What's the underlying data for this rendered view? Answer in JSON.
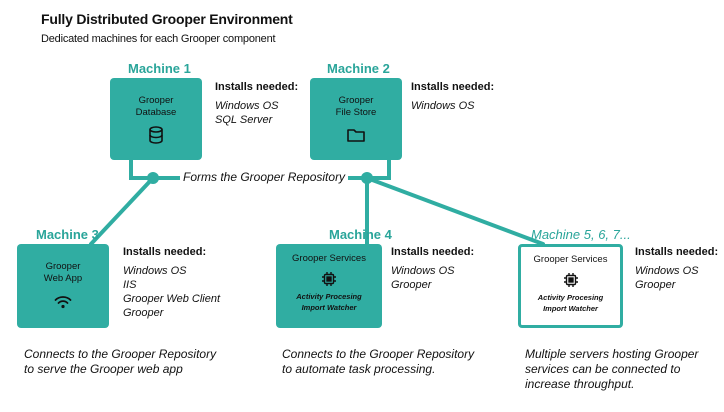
{
  "header": {
    "title": "Fully Distributed Grooper Environment",
    "subtitle": "Dedicated machines for each Grooper component"
  },
  "repository_label": "Forms the Grooper Repository",
  "colors": {
    "teal": "#30ada2",
    "teal_text": "#2aa59a"
  },
  "machines": [
    {
      "label": "Machine 1",
      "component": [
        "Grooper",
        "Database"
      ],
      "icon": "database-icon",
      "installs_heading": "Installs needed:",
      "installs": [
        "Windows OS",
        "SQL Server"
      ]
    },
    {
      "label": "Machine 2",
      "component": [
        "Grooper",
        "File Store"
      ],
      "icon": "folder-icon",
      "installs_heading": "Installs needed:",
      "installs": [
        "Windows OS"
      ]
    },
    {
      "label": "Machine 3",
      "component": [
        "Grooper",
        "Web App"
      ],
      "icon": "wifi-icon",
      "installs_heading": "Installs needed:",
      "installs": [
        "Windows OS",
        "IIS",
        "Grooper Web Client",
        "Grooper"
      ],
      "caption": [
        "Connects to the Grooper Repository",
        "to serve the Grooper web app"
      ]
    },
    {
      "label": "Machine 4",
      "component": [
        "Grooper Services"
      ],
      "icon": "chip-icon",
      "services": [
        "Activity Procesing",
        "Import Watcher"
      ],
      "installs_heading": "Installs needed:",
      "installs": [
        "Windows OS",
        "Grooper"
      ],
      "caption": [
        "Connects to the Grooper Repository",
        "to automate task processing."
      ]
    },
    {
      "label": "Machine 5, 6, 7...",
      "component": [
        "Grooper Services"
      ],
      "icon": "chip-icon",
      "services": [
        "Activity Procesing",
        "Import Watcher"
      ],
      "installs_heading": "Installs needed:",
      "installs": [
        "Windows OS",
        "Grooper"
      ],
      "caption": [
        "Multiple servers hosting Grooper",
        "services can be connected to",
        "increase throughput."
      ]
    }
  ]
}
